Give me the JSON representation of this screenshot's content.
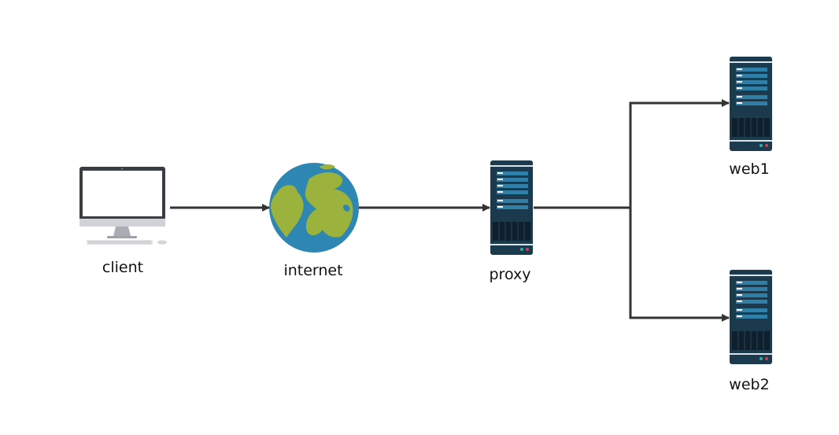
{
  "nodes": {
    "client": {
      "label": "client",
      "icon": "desktop-computer-icon"
    },
    "internet": {
      "label": "internet",
      "icon": "globe-icon"
    },
    "proxy": {
      "label": "proxy",
      "icon": "server-icon"
    },
    "web1": {
      "label": "web1",
      "icon": "server-icon"
    },
    "web2": {
      "label": "web2",
      "icon": "server-icon"
    }
  },
  "edges": [
    {
      "from": "client",
      "to": "internet"
    },
    {
      "from": "internet",
      "to": "proxy"
    },
    {
      "from": "proxy",
      "to": "web1"
    },
    {
      "from": "proxy",
      "to": "web2"
    }
  ],
  "colors": {
    "connector": "#333333",
    "server_body": "#1c3a4e",
    "server_slot": "#2f7fa8",
    "globe_ocean": "#2e86b3",
    "globe_land": "#9bb33c",
    "monitor_frame": "#3a3d44"
  }
}
